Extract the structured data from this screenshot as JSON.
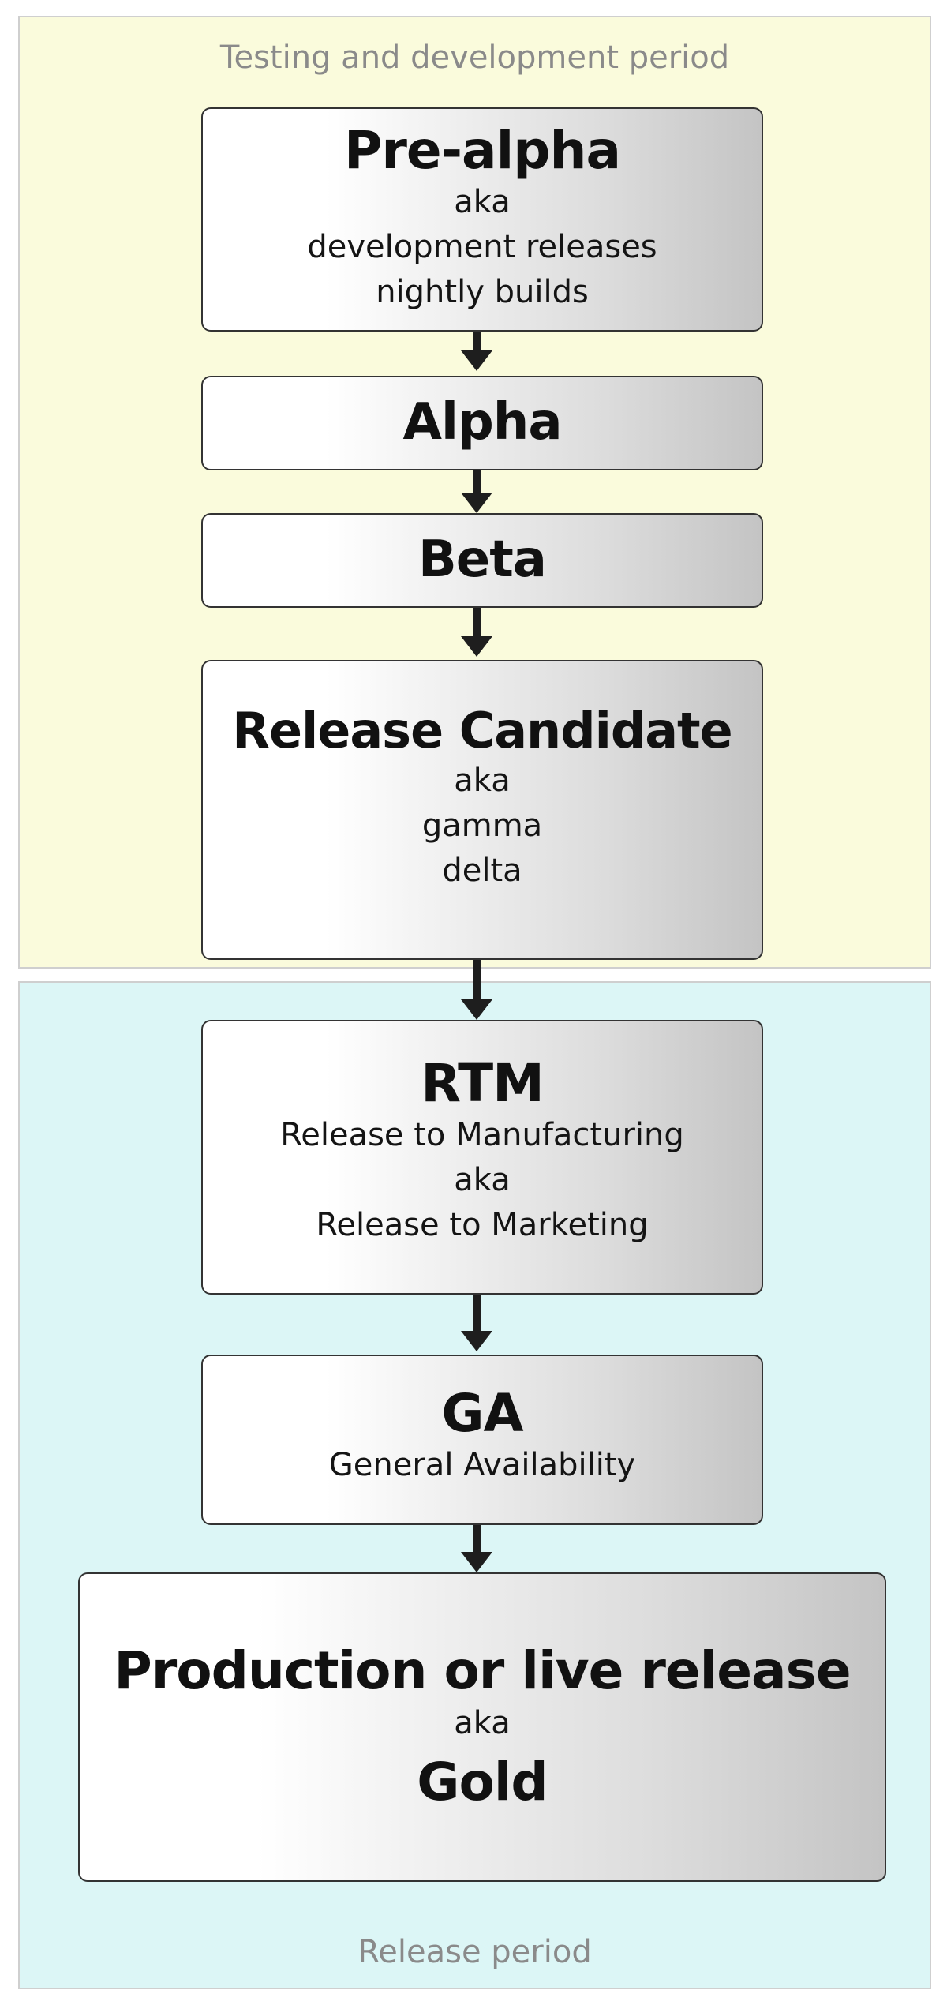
{
  "regions": {
    "testing": {
      "label": "Testing and development period",
      "color": "#fafbdc"
    },
    "release": {
      "label": "Release period",
      "color": "#dcf6f6"
    }
  },
  "stages": {
    "pre_alpha": {
      "title": "Pre-alpha",
      "lines": [
        "aka",
        "development releases",
        "nightly builds"
      ]
    },
    "alpha": {
      "title": "Alpha"
    },
    "beta": {
      "title": "Beta"
    },
    "release_candidate": {
      "title": "Release Candidate",
      "lines": [
        "aka",
        "gamma",
        "delta"
      ]
    },
    "rtm": {
      "title": "RTM",
      "lines": [
        "Release to Manufacturing",
        "aka",
        "Release to Marketing"
      ]
    },
    "ga": {
      "title": "GA",
      "lines": [
        "General Availability"
      ]
    },
    "production": {
      "title": "Production or live release",
      "lines": [
        "aka"
      ],
      "title_2": "Gold"
    }
  },
  "colors": {
    "box_border": "#333333",
    "arrow": "#1e1e1e",
    "region_label": "#8a8a8a"
  }
}
